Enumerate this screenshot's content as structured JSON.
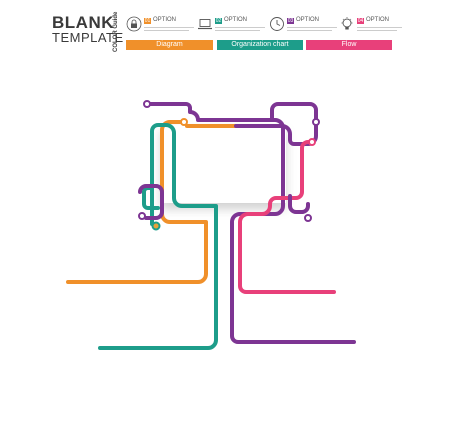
{
  "header": {
    "title_line1": "BLANK",
    "title_line2": "TEMPLATE",
    "color_guide": "COLOR Guide"
  },
  "options": [
    {
      "num": "01",
      "label": "OPTION",
      "icon": "lock-icon",
      "color": "#f0902a"
    },
    {
      "num": "02",
      "label": "OPTION",
      "icon": "laptop-icon",
      "color": "#1d9d8a"
    },
    {
      "num": "03",
      "label": "OPTION",
      "icon": "clock-icon",
      "color": "#7d3593"
    },
    {
      "num": "04",
      "label": "OPTION",
      "icon": "lightbulb-icon",
      "color": "#e8407a"
    }
  ],
  "categories": [
    {
      "label": "Diagram",
      "color": "#f0902a"
    },
    {
      "label": "Organization chart",
      "color": "#1d9d8a"
    },
    {
      "label": "Flow",
      "color": "#e8407a"
    }
  ],
  "colors": {
    "orange": "#f0902a",
    "teal": "#1d9d8a",
    "purple": "#7d3593",
    "pink": "#e8407a",
    "text": "#3a3a3a"
  }
}
